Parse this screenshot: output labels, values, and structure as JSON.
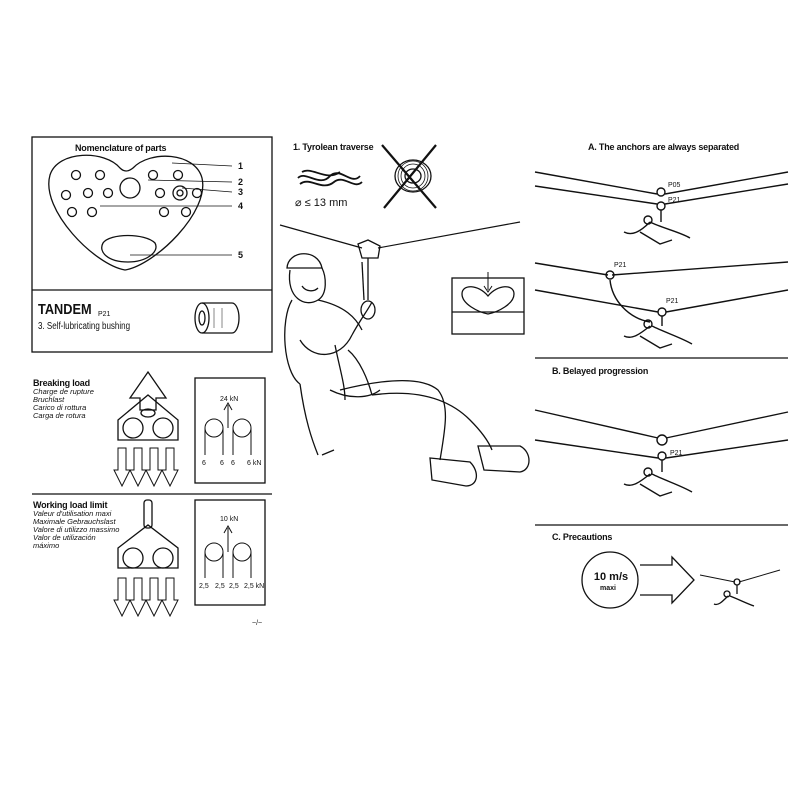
{
  "nomenclature": {
    "title": "Nomenclature of parts",
    "callouts": [
      "1",
      "2",
      "3",
      "4",
      "5"
    ]
  },
  "product": {
    "name": "TANDEM",
    "model": "P21",
    "part3": "3. Self-lubricating bushing"
  },
  "breaking_load": {
    "label": "Breaking load",
    "translations": [
      "Charge de rupture",
      "Bruchlast",
      "Carico di rottura",
      "Carga de rotura"
    ],
    "top_value": "24 kN",
    "bottom_values": [
      "6",
      "6",
      "6",
      "6 kN"
    ]
  },
  "working_load": {
    "label": "Working load limit",
    "translations": [
      "Valeur d'utilisation maxi",
      "Maximale Gebrauchslast",
      "Valore di utilizzo massimo",
      "Valor de utilización",
      "máximo"
    ],
    "top_value": "10 kN",
    "bottom_values": [
      "2,5",
      "2,5",
      "2,5",
      "2,5 kN"
    ]
  },
  "page_mark": "~/~",
  "tyrolean": {
    "title": "1. Tyrolean traverse",
    "rope_spec": "⌀ ≤ 13 mm"
  },
  "section_a": {
    "title": "A. The anchors are always separated",
    "labels": [
      "P05",
      "P21",
      "P21",
      "P21"
    ]
  },
  "section_b": {
    "title": "B. Belayed progression",
    "label": "P21"
  },
  "section_c": {
    "title": "C. Precautions",
    "speed": "10 m/s",
    "speed_sub": "maxi"
  }
}
